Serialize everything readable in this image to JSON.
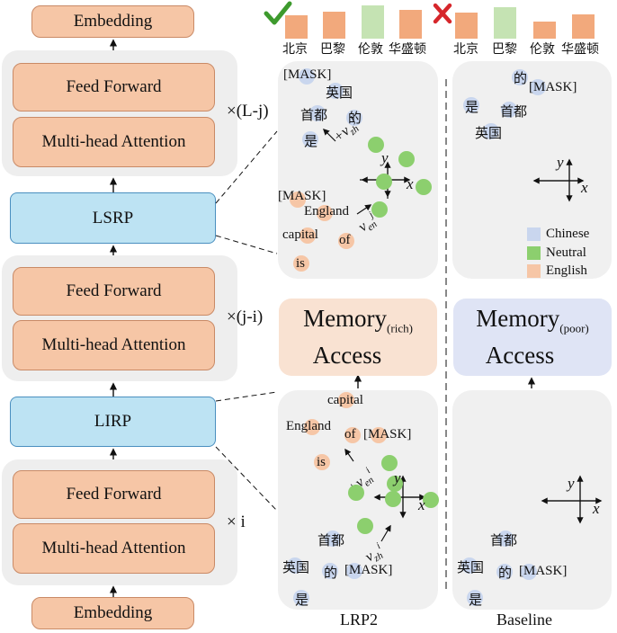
{
  "left_stack": {
    "top_embedding": "Embedding",
    "ff_top": "Feed Forward",
    "mha_top": "Multi-head Attention",
    "mult_top": "×(L-j)",
    "lsrp": "LSRP",
    "ff_mid": "Feed Forward",
    "mha_mid": "Multi-head Attention",
    "mult_mid": "×(j-i)",
    "lirp": "LIRP",
    "ff_bot": "Feed Forward",
    "mha_bot": "Multi-head Attention",
    "mult_bot": "× i",
    "bottom_embedding": "Embedding"
  },
  "top_bars": {
    "left_cities": [
      "北京",
      "巴黎",
      "伦敦",
      "华盛顿"
    ],
    "right_cities": [
      "北京",
      "巴黎",
      "伦敦",
      "华盛顿"
    ],
    "check_icon": "check-icon",
    "cross_icon": "cross-icon",
    "colors": {
      "orange": "#f2a97c",
      "green": "#c5e3b3"
    }
  },
  "lrp2_top": {
    "mask_top": "[MASK]",
    "zh1": "英国",
    "zh2": "首都",
    "zh3": "的",
    "zh4": "是",
    "vec_zh": "+v",
    "vec_zh_sub": "zh",
    "vec_zh_sup": "j",
    "axis_y": "y",
    "axis_x": "x",
    "mask_en": "[MASK]",
    "england": "England",
    "vec_en": "v",
    "vec_en_sub": "en",
    "vec_en_sup": "j",
    "capital": "capital",
    "of": "of",
    "is": "is"
  },
  "baseline_top": {
    "de": "的",
    "mask": "[MASK]",
    "shi": "是",
    "shoudu": "首都",
    "yingguo": "英国",
    "axis_y": "y",
    "axis_x": "x"
  },
  "legend": {
    "items": [
      {
        "label": "Chinese",
        "color": "#c9d6ee"
      },
      {
        "label": "Neutral",
        "color": "#8ccf6e"
      },
      {
        "label": "English",
        "color": "#f6c6a6"
      }
    ]
  },
  "memory": {
    "rich_line1": "Memory",
    "rich_line2": "Access",
    "rich_sub": "(rich)",
    "poor_line1": "Memory",
    "poor_line2": "Access",
    "poor_sub": "(poor)"
  },
  "lrp2_bottom": {
    "capital": "capital",
    "england": "England",
    "of": "of",
    "mask": "[MASK]",
    "is": "is",
    "vec_en": "+v",
    "vec_en_sub": "en",
    "vec_en_sup": "i",
    "axis_y": "y",
    "axis_x": "x",
    "shoudu": "首都",
    "vec_zh": "v",
    "vec_zh_sub": "zh",
    "vec_zh_sup": "i",
    "yingguo": "英国",
    "de": "的",
    "mask_zh": "[MASK]",
    "shi": "是"
  },
  "baseline_bottom": {
    "axis_y": "y",
    "axis_x": "x",
    "shoudu": "首都",
    "yingguo": "英国",
    "de": "的",
    "mask": "[MASK]",
    "shi": "是"
  },
  "captions": {
    "left": "LRP2",
    "right": "Baseline"
  }
}
